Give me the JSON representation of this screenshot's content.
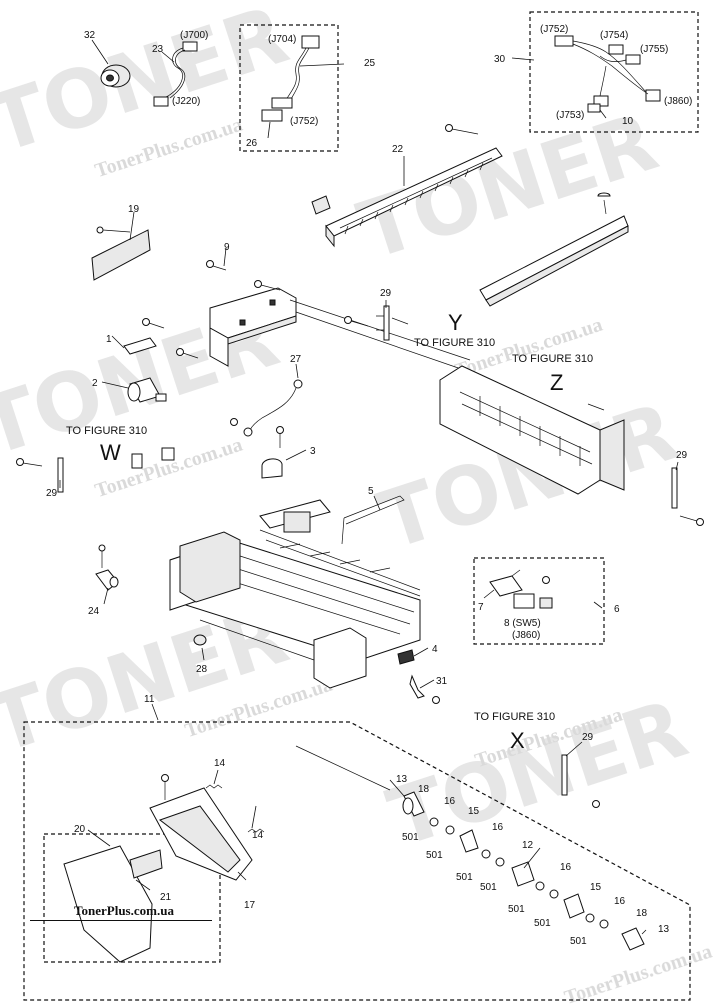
{
  "watermark": {
    "brand": "TONER",
    "site": "TonerPlus.com.ua"
  },
  "logo": {
    "text": "TonerPlus.com.ua"
  },
  "figure_refs": {
    "w": {
      "label": "TO FIGURE 310",
      "letter": "W"
    },
    "y": {
      "label": "TO FIGURE 310",
      "letter": "Y"
    },
    "z": {
      "label": "TO FIGURE 310",
      "letter": "Z"
    },
    "x": {
      "label": "TO FIGURE 310",
      "letter": "X"
    }
  },
  "callouts": {
    "c1": "1",
    "c2": "2",
    "c3": "3",
    "c4": "4",
    "c5": "5",
    "c6": "6",
    "c7": "7",
    "c8": "8",
    "c9": "9",
    "c10": "10",
    "c11": "11",
    "c12": "12",
    "c13a": "13",
    "c13b": "13",
    "c14a": "14",
    "c14b": "14",
    "c15a": "15",
    "c15b": "15",
    "c16a": "16",
    "c16b": "16",
    "c16c": "16",
    "c16d": "16",
    "c17": "17",
    "c18a": "18",
    "c18b": "18",
    "c19": "19",
    "c20": "20",
    "c21": "21",
    "c22": "22",
    "c23": "23",
    "c24": "24",
    "c25": "25",
    "c26": "26",
    "c27": "27",
    "c28": "28",
    "c29a": "29",
    "c29b": "29",
    "c29c": "29",
    "c29d": "29",
    "c30": "30",
    "c31": "31",
    "c32": "32",
    "c501a": "501",
    "c501b": "501",
    "c501c": "501",
    "c501d": "501",
    "c501e": "501",
    "c501f": "501",
    "c501g": "501"
  },
  "connectors": {
    "j700": "(J700)",
    "j220": "(J220)",
    "j704": "(J704)",
    "j752a": "(J752)",
    "j752b": "(J752)",
    "j754": "(J754)",
    "j755": "(J755)",
    "j753": "(J753)",
    "j860a": "(J860)",
    "j860b": "(J860)",
    "sw5": "8 (SW5)"
  }
}
